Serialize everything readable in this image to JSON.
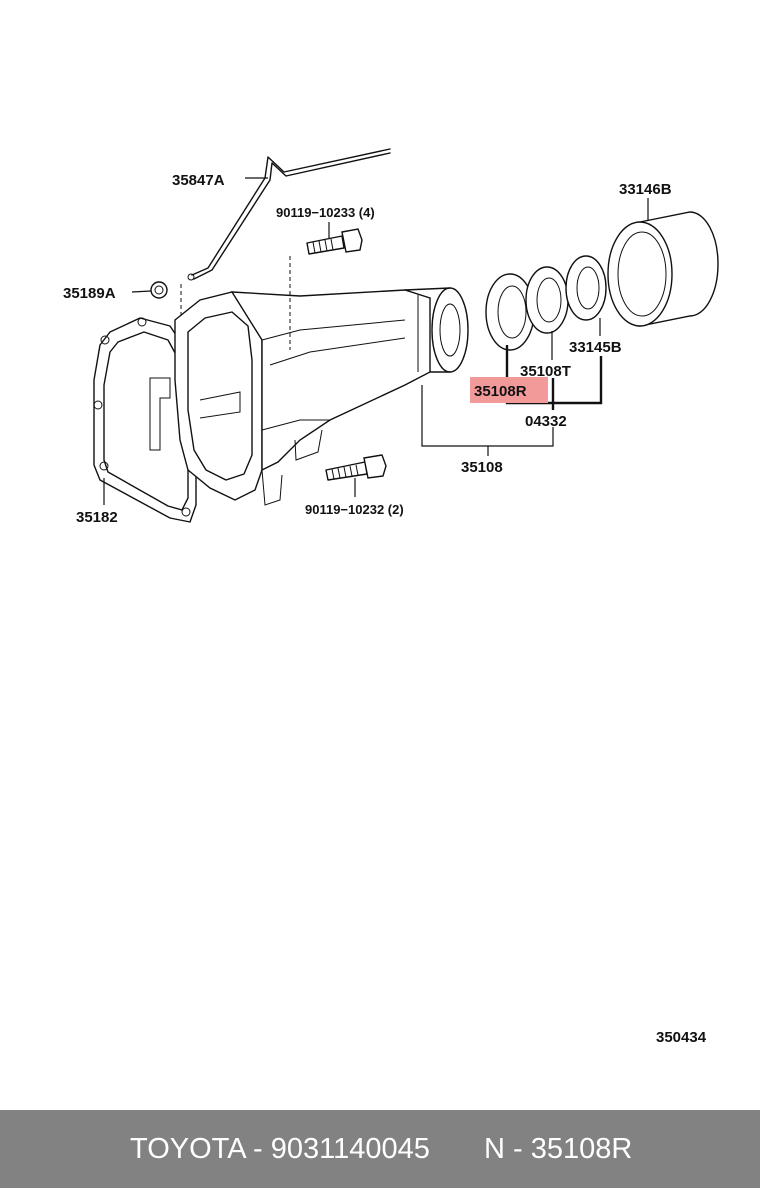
{
  "diagram": {
    "labels": {
      "l35847A": "35847A",
      "l90119_10233": "90119−10233 (4)",
      "l35189A": "35189A",
      "l33146B": "33146B",
      "l33145B": "33145B",
      "l35108T": "35108T",
      "l35108R": "35108R",
      "l04332": "04332",
      "l35108": "35108",
      "l35182": "35182",
      "l90119_10232": "90119−10232 (2)",
      "page_code": "350434"
    },
    "highlight_color": "#f29a9a"
  },
  "footer": {
    "brand_part": "TOYOTA - 9031140045",
    "ref": "N - 35108R",
    "background": "#828282"
  }
}
